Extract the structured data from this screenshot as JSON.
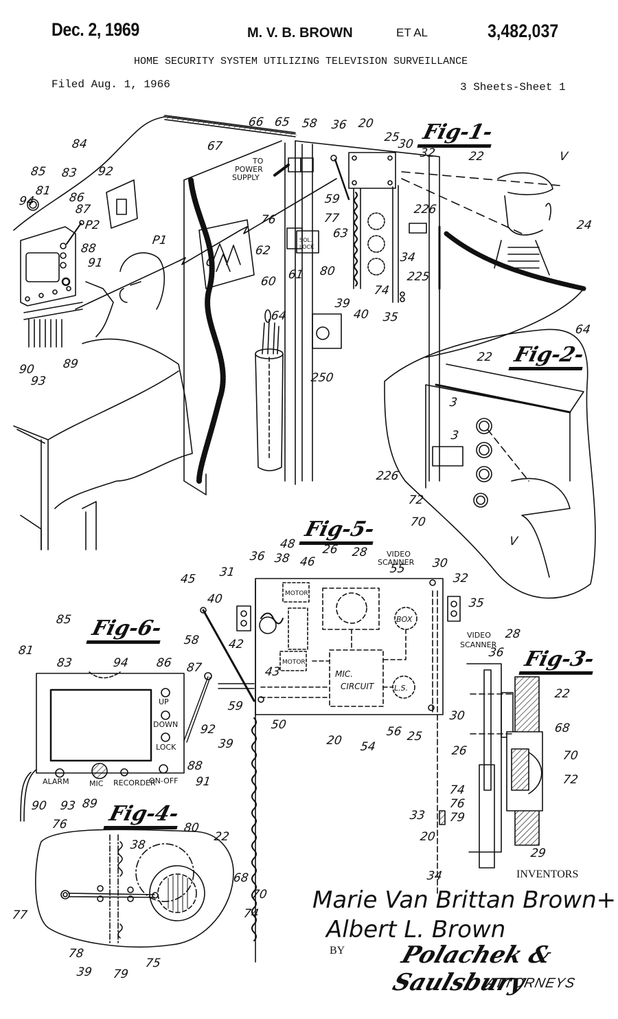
{
  "header": {
    "date": "Dec. 2, 1969",
    "author": "M. V. B. BROWN",
    "et_al": "ET AL",
    "patent_number": "3,482,037",
    "title": "HOME SECURITY SYSTEM UTILIZING TELEVISION SURVEILLANCE",
    "filed": "Filed Aug. 1, 1966",
    "sheets": "3 Sheets-Sheet 1"
  },
  "figures": {
    "fig1": {
      "title": "Fig-1-",
      "labels": [
        "84",
        "85",
        "83",
        "92",
        "94",
        "81",
        "86",
        "87",
        "P2",
        "88",
        "91",
        "90",
        "93",
        "89",
        "P1",
        "C",
        "67",
        "66",
        "65",
        "58",
        "36",
        "20",
        "25",
        "30",
        "32",
        "22",
        "V",
        "24",
        "76",
        "77",
        "62",
        "63",
        "60",
        "61",
        "80",
        "74",
        "39",
        "40",
        "35",
        "34",
        "225",
        "226",
        "64",
        "250",
        "59"
      ],
      "text_notes": [
        "TO",
        "POWER",
        "SUPPLY",
        "SOL.",
        "LOCK"
      ]
    },
    "fig2": {
      "title": "Fig-2-",
      "labels": [
        "64",
        "22",
        "3",
        "3",
        "226",
        "72",
        "70",
        "V"
      ]
    },
    "fig3": {
      "title": "Fig-3-",
      "labels": [
        "28",
        "36",
        "22",
        "30",
        "68",
        "26",
        "70",
        "72",
        "74",
        "76",
        "79",
        "20",
        "29",
        "34",
        "33"
      ],
      "text_notes": [
        "VIDEO",
        "SCANNER"
      ]
    },
    "fig4": {
      "title": "Fig-4-",
      "labels": [
        "76",
        "38",
        "80",
        "22",
        "68",
        "70",
        "74",
        "77",
        "78",
        "39",
        "79",
        "75"
      ]
    },
    "fig5": {
      "title": "Fig-5-",
      "labels": [
        "48",
        "26",
        "28",
        "36",
        "38",
        "46",
        "55",
        "30",
        "32",
        "31",
        "45",
        "40",
        "35",
        "42",
        "43",
        "58",
        "59",
        "50",
        "39",
        "20",
        "54",
        "56",
        "25"
      ],
      "text_notes": [
        "VIDEO",
        "SCANNER",
        "MOTOR",
        "MOTOR",
        "MIC.",
        "CIRCUIT",
        "BOX",
        "L.S."
      ]
    },
    "fig6": {
      "title": "Fig-6-",
      "labels": [
        "85",
        "81",
        "83",
        "94",
        "86",
        "87",
        "92",
        "88",
        "91",
        "90",
        "93",
        "89"
      ],
      "buttons": [
        "UP",
        "DOWN",
        "LOCK",
        "ON-OFF",
        "ALARM",
        "MIC",
        "RECORDER"
      ]
    }
  },
  "footer": {
    "inventors_heading": "INVENTORS",
    "inventor1": "Marie Van Brittan Brown+",
    "inventor2": "Albert L. Brown",
    "by": "BY",
    "attorney_signature": "Polachek & Saulsbury",
    "attorneys": "ATTORNEYS"
  }
}
